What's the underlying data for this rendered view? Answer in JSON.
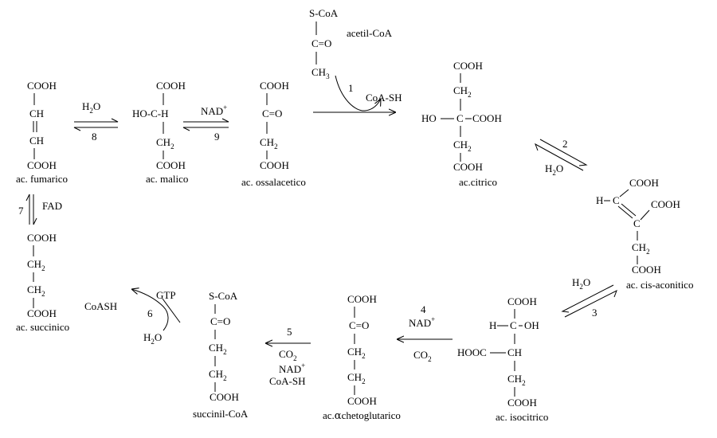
{
  "acetyl_coa": {
    "s_coa": "S-CoA",
    "carbonyl": "C=O",
    "methyl": "CH",
    "methyl_sub": "3",
    "name": "acetil-CoA"
  },
  "fumarate": {
    "top": "COOH",
    "c1": "CH",
    "c2": "CH",
    "bottom": "COOH",
    "name": "ac. fumarico"
  },
  "malate": {
    "top": "COOH",
    "hoch": "HO-C-H",
    "ch2": "CH",
    "ch2_sub": "2",
    "bottom": "COOH",
    "name": "ac. malico"
  },
  "oxaloacetate": {
    "top": "COOH",
    "carbonyl": "C=O",
    "ch2": "CH",
    "ch2_sub": "2",
    "bottom": "COOH",
    "name": "ac. ossalacetico"
  },
  "citrate": {
    "top": "COOH",
    "ch2_top": "CH",
    "ch2_sub": "2",
    "ho": "HO",
    "c": "C",
    "cooh_right": "COOH",
    "ch2_bottom": "CH",
    "bottom": "COOH",
    "name": "ac.citrico"
  },
  "cis_aconitate": {
    "h": "H",
    "c1": "C",
    "cooh_top": "COOH",
    "cooh_right": "COOH",
    "c2": "C",
    "ch2": "CH",
    "ch2_sub": "2",
    "bottom": "COOH",
    "name": "ac. cis-aconitico"
  },
  "isocitrate": {
    "top": "COOH",
    "h": "H",
    "c1": "C",
    "oh": "OH",
    "hooc": "HOOC",
    "ch": "CH",
    "ch2": "CH",
    "ch2_sub": "2",
    "bottom": "COOH",
    "name": "ac. isocitrico"
  },
  "alpha_kg": {
    "top": "COOH",
    "carbonyl": "C=O",
    "ch2_a": "CH",
    "ch2_b": "CH",
    "ch2_sub": "2",
    "bottom": "COOH",
    "name_prefix": "ac.",
    "alpha": "α",
    "name_suffix": "chetoglutarico"
  },
  "succinyl_coa": {
    "s_coa": "S-CoA",
    "carbonyl": "C=O",
    "ch2_a": "CH",
    "ch2_b": "CH",
    "ch2_sub": "2",
    "bottom": "COOH",
    "name": "succinil-CoA"
  },
  "succinate": {
    "top": "COOH",
    "ch2_a": "CH",
    "ch2_b": "CH",
    "ch2_sub": "2",
    "bottom": "COOH",
    "name": "ac. succinico"
  },
  "steps": {
    "s1": {
      "num": "1",
      "product": "CoA-SH"
    },
    "s2": {
      "num": "2",
      "water": "H",
      "water_sub": "2",
      "water_end": "O"
    },
    "s3": {
      "num": "3",
      "water": "H",
      "water_sub": "2",
      "water_end": "O"
    },
    "s4": {
      "num": "4",
      "nad": "NAD",
      "plus": "+",
      "co2": "CO",
      "co2_sub": "2"
    },
    "s5": {
      "num": "5",
      "co2": "CO",
      "co2_sub": "2",
      "nad": "NAD",
      "plus": "+",
      "coash": "CoA-SH"
    },
    "s6": {
      "num": "6",
      "gtp": "GTP",
      "coash": "CoASH",
      "water": "H",
      "water_sub": "2",
      "water_end": "O"
    },
    "s7": {
      "num": "7",
      "fad": "FAD"
    },
    "s8": {
      "num": "8",
      "water": "H",
      "water_sub": "2",
      "water_end": "O"
    },
    "s9": {
      "num": "9",
      "nad": "NAD",
      "plus": "+"
    }
  }
}
